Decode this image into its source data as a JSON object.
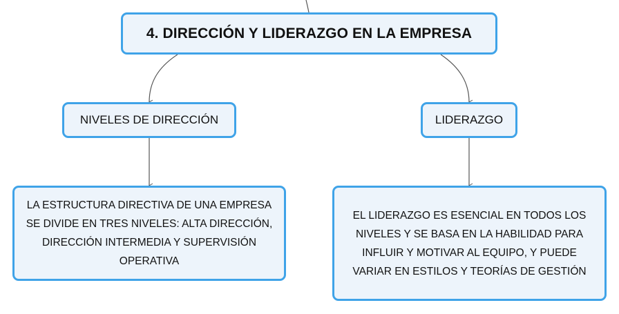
{
  "diagram": {
    "root": {
      "label": "4. DIRECCIÓN Y LIDERAZGO EN LA EMPRESA"
    },
    "branches": [
      {
        "label": "NIVELES DE DIRECCIÓN",
        "detail": "LA ESTRUCTURA DIRECTIVA DE UNA EMPRESA SE DIVIDE EN TRES NIVELES: ALTA DIRECCIÓN, DIRECCIÓN INTERMEDIA Y SUPERVISIÓN OPERATIVA"
      },
      {
        "label": "LIDERAZGO",
        "detail": "EL LIDERAZGO ES ESENCIAL EN TODOS LOS NIVELES Y SE BASA EN LA HABILIDAD PARA INFLUIR Y MOTIVAR AL EQUIPO, Y PUEDE VARIAR EN ESTILOS Y TEORÍAS DE GESTIÓN"
      }
    ],
    "colors": {
      "node_border": "#3fa3e8",
      "node_fill": "#edf4fb",
      "connector": "#555555"
    }
  }
}
